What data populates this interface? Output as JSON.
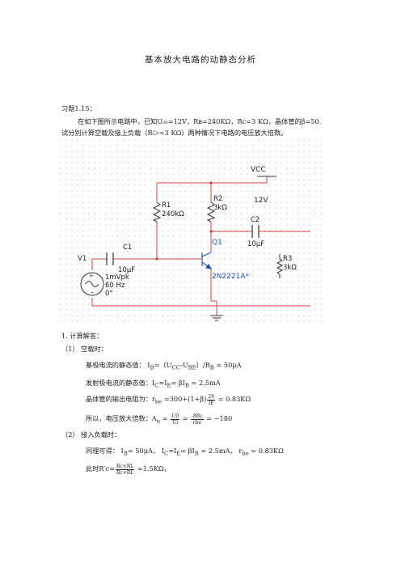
{
  "doc": {
    "title": "基本放大电路的动静态分析",
    "exercise_label": "习题1.15：",
    "problem_line1": "在如下图所示电路中，已知U₀₀=12V，Rʙ=240KΩ，Rc=3 KΩ，晶体管的β=50.",
    "problem_line2": "试分别计算空载及接上负载（R⧂=3 KΩ）两种情况下电路的电压放大倍数。"
  },
  "circuit": {
    "vcc_label": "VCC",
    "vcc_value": "12V",
    "r1_name": "R1",
    "r1_value": "240kΩ",
    "r2_name": "R2",
    "r2_value": "3kΩ",
    "c2_name": "C2",
    "c2_value": "10μF",
    "c1_name": "C1",
    "c1_value": "10μF",
    "q1_name": "Q1",
    "q1_model": "2N2221A*",
    "v1_name": "V1",
    "v1_amp": "1mVpk",
    "v1_freq": "60 Hz",
    "v1_phase": "0°",
    "r3_name": "R3",
    "r3_value": "3kΩ",
    "colors": {
      "wire": "#d04040",
      "transistor": "#1f4fbf",
      "component": "#333333"
    }
  },
  "solution": {
    "heading": "1. 计算解答：",
    "case1_label": "（1）  空载时：",
    "ib_prefix": "基极电流的静态值： I",
    "ib_sub": "B",
    "ib_rest": "=（U",
    "ib_cc": "CC",
    "ib_minus": "-U",
    "ib_be": "BE",
    "ib_tail": "）/R",
    "ib_rb": "B",
    "ib_result": " = 50μA",
    "ic_prefix": "发射极电流的静态值：I",
    "ic_sub1": "C",
    "ic_mid": "≈I",
    "ic_sub2": "E",
    "ic_beta": "= βI",
    "ic_sub3": "B",
    "ic_result": " = 2.5mA",
    "rbe_prefix": "晶体管的输出电阻为：r",
    "rbe_sub": "be",
    "rbe_mid": " =300+(1+β)",
    "rbe_num": "26",
    "rbe_den": "IE",
    "rbe_result": " = 0.83KΩ",
    "au_prefix": "所以，电压放大倍数：A",
    "au_sub": "u",
    "au_eq": " = ",
    "au_num1": "U0",
    "au_den1": "Ui",
    "au_mid": " = ",
    "au_num2": "-βRc",
    "au_den2": "rbe",
    "au_result": " = −180",
    "case2_label": "（2）  接入负载时：",
    "same_prefix": "同理可得： I",
    "same_b": "B",
    "same_v1": "= 50μA，  I",
    "same_c": "C",
    "same_approx": "≈I",
    "same_e": "E",
    "same_v2": "= βI",
    "same_b2": "B",
    "same_v3": " = 2.5mA，  r",
    "same_be": "be",
    "same_v4": " = 0.83KΩ",
    "rl_prefix": "此时R′c=",
    "rl_num": "Rc×RL",
    "rl_den": "Rc+RL",
    "rl_result": " =1.5KΩ，"
  }
}
